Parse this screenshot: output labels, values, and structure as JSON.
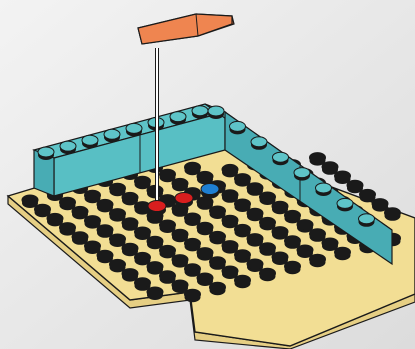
{
  "illustration": {
    "subject": "lego-build-instruction-step",
    "colors": {
      "background": "#e8e8e8",
      "baseplate_top": "#f2de94",
      "baseplate_side": "#e6cf84",
      "wall_top": "#5ec4c8",
      "wall_front": "#58bfc4",
      "wall_side": "#48acb4",
      "outline": "#1a1a1a",
      "stud_dark": "#1a1a1a",
      "highlight_red": "#d81e1e",
      "highlight_blue": "#1e7fd2",
      "tile_orange": "#ef8550",
      "tile_orange_side": "#d06a38",
      "leader_line": "#ffffff"
    },
    "icons": [
      "baseplate",
      "wall-bricks",
      "orange-tile",
      "placement-line",
      "red-stud",
      "blue-stud"
    ]
  }
}
